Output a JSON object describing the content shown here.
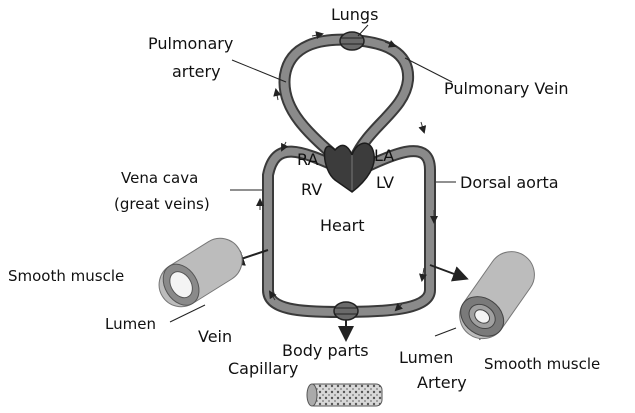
{
  "labels": {
    "lungs": "Lungs",
    "pulmonary_artery_1": "Pulmonary",
    "pulmonary_artery_2": "artery",
    "pulmonary_vein": "Pulmonary Vein",
    "ra": "RA",
    "la": "LA",
    "rv": "RV",
    "lv": "LV",
    "vena_cava_1": "Vena cava",
    "vena_cava_2": "(great veins)",
    "dorsal_aorta": "Dorsal aorta",
    "heart": "Heart",
    "smooth_muscle_left": "Smooth muscle",
    "lumen_left": "Lumen",
    "vein": "Vein",
    "body_parts": "Body parts",
    "capillary": "Capillary",
    "lumen_right": "Lumen",
    "artery": "Artery",
    "smooth_muscle_right": "Smooth muscle"
  },
  "colors": {
    "vessel": "#8a8a8a",
    "vessel_dark": "#3a3a3a",
    "heart": "#3c3c3c",
    "tube": "#bcbcbc",
    "ring": "#7a7a7a",
    "lumen": "#f4f4f4",
    "text": "#111111"
  }
}
